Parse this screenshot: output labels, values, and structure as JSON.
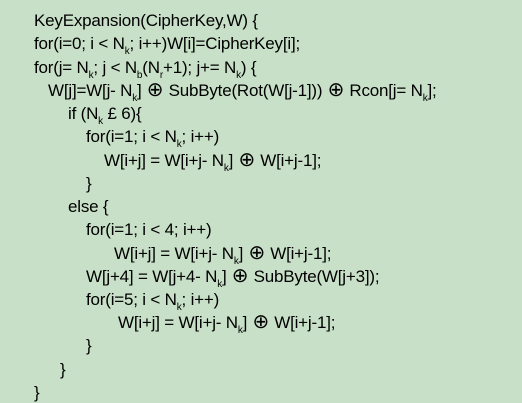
{
  "code": {
    "lines": [
      {
        "id": "line-1",
        "segments": [
          {
            "text": "KeyExpansion(CipherKey,W) {"
          }
        ]
      },
      {
        "id": "line-2",
        "segments": [
          {
            "text": "for(i=0; i < N"
          },
          {
            "sub": "k"
          },
          {
            "text": "; i++)W[i]=CipherKey[i];"
          }
        ]
      },
      {
        "id": "line-3",
        "segments": [
          {
            "text": "for(j= N"
          },
          {
            "sub": "k"
          },
          {
            "text": "; j < N"
          },
          {
            "sub": "b"
          },
          {
            "text": "(N"
          },
          {
            "sub": "r"
          },
          {
            "text": "+1); j+= N"
          },
          {
            "sub": "k"
          },
          {
            "text": ") {"
          }
        ]
      },
      {
        "id": "line-4",
        "segments": [
          {
            "text": "W[j]=W[j- N"
          },
          {
            "sub": "k"
          },
          {
            "text": "] "
          },
          {
            "oplus": "⊕"
          },
          {
            "text": " SubByte(Rot(W[j-1])) "
          },
          {
            "oplus": "⊕"
          },
          {
            "text": " Rcon[j= N"
          },
          {
            "sub": "k"
          },
          {
            "text": "];"
          }
        ]
      },
      {
        "id": "line-5",
        "segments": [
          {
            "text": "if (N"
          },
          {
            "sub": "k"
          },
          {
            "text": " £ 6){"
          }
        ]
      },
      {
        "id": "line-6",
        "segments": [
          {
            "text": "for(i=1; i < N"
          },
          {
            "sub": "k"
          },
          {
            "text": "; i++)"
          }
        ]
      },
      {
        "id": "line-7",
        "segments": [
          {
            "text": "W[i+j] = W[i+j- N"
          },
          {
            "sub": "k"
          },
          {
            "text": "] "
          },
          {
            "oplus": "⊕"
          },
          {
            "text": " W[i+j-1];"
          }
        ]
      },
      {
        "id": "line-8",
        "segments": [
          {
            "text": "}"
          }
        ]
      },
      {
        "id": "line-9",
        "segments": [
          {
            "text": "else {"
          }
        ]
      },
      {
        "id": "line-10",
        "segments": [
          {
            "text": "for(i=1; i < 4; i++)"
          }
        ]
      },
      {
        "id": "line-11",
        "segments": [
          {
            "text": "W[i+j] = W[i+j- N"
          },
          {
            "sub": "k"
          },
          {
            "text": "] "
          },
          {
            "oplus": "⊕"
          },
          {
            "text": " W[i+j-1];"
          }
        ]
      },
      {
        "id": "line-12",
        "segments": [
          {
            "text": "W[j+4] = W[j+4- N"
          },
          {
            "sub": "k"
          },
          {
            "text": "] "
          },
          {
            "oplus": "⊕"
          },
          {
            "text": " SubByte(W[j+3]);"
          }
        ]
      },
      {
        "id": "line-13",
        "segments": [
          {
            "text": "for(i=5; i < N"
          },
          {
            "sub": "k"
          },
          {
            "text": "; i++)"
          }
        ]
      },
      {
        "id": "line-14",
        "segments": [
          {
            "text": "W[i+j] = W[i+j- N"
          },
          {
            "sub": "k"
          },
          {
            "text": "] "
          },
          {
            "oplus": "⊕"
          },
          {
            "text": " W[i+j-1];"
          }
        ]
      },
      {
        "id": "line-15",
        "segments": [
          {
            "text": "}"
          }
        ]
      },
      {
        "id": "line-16",
        "segments": [
          {
            "text": "}"
          }
        ]
      },
      {
        "id": "line-17",
        "segments": [
          {
            "text": "}"
          }
        ]
      }
    ]
  }
}
